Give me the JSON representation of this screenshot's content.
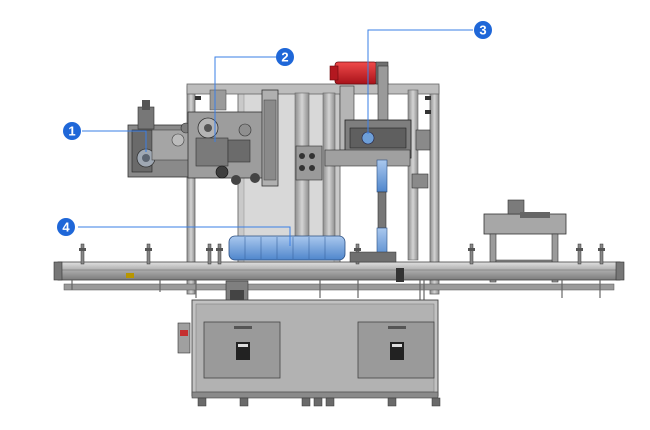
{
  "diagram": {
    "callouts": [
      {
        "label": "1"
      },
      {
        "label": "2"
      },
      {
        "label": "3"
      },
      {
        "label": "4"
      }
    ],
    "colors": {
      "frame_dark": "#6e6e6e",
      "frame_mid": "#9c9c9c",
      "frame_light": "#cfcfcf",
      "panel_fill": "#b9b9b9",
      "panel_inner": "#8e8e8e",
      "motor_red": "#d0202a",
      "bottle_blue": "#6e9fd8",
      "callout_blue": "#1f67d8",
      "leader_blue": "#3a7fe6"
    }
  }
}
